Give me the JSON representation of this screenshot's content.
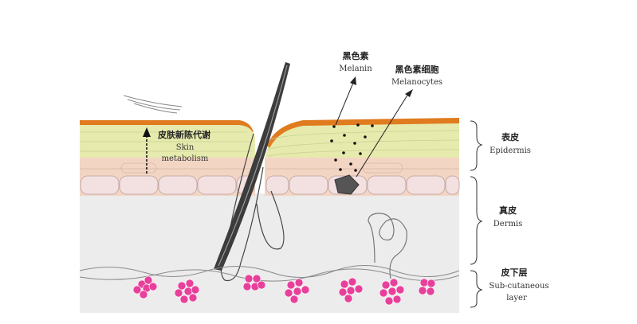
{
  "labels": {
    "melanin_cn": "黑色素",
    "melanin_en": "Melanin",
    "melanocytes_cn": "黑色素细胞",
    "melanocytes_en": "Melanocytes",
    "metabolism_cn": "皮肤新陈代谢",
    "metabolism_en_1": "Skin",
    "metabolism_en_2": "metabolism",
    "epidermis_cn": "表皮",
    "epidermis_en": "Epidermis",
    "dermis_cn": "真皮",
    "dermis_en": "Dermis",
    "subcutaneous_cn": "皮下层",
    "subcutaneous_en_1": "Sub-cutaneous",
    "subcutaneous_en_2": "layer"
  },
  "colors": {
    "stratum_corneum": "#e07b1f",
    "epidermis_upper": "#e8ecb0",
    "epidermis_lower": "#f2d2c2",
    "basal_cells": "#f0dede",
    "dermis": "#ececec",
    "fat": "#e8409a",
    "hair": "#3c3c3c"
  }
}
